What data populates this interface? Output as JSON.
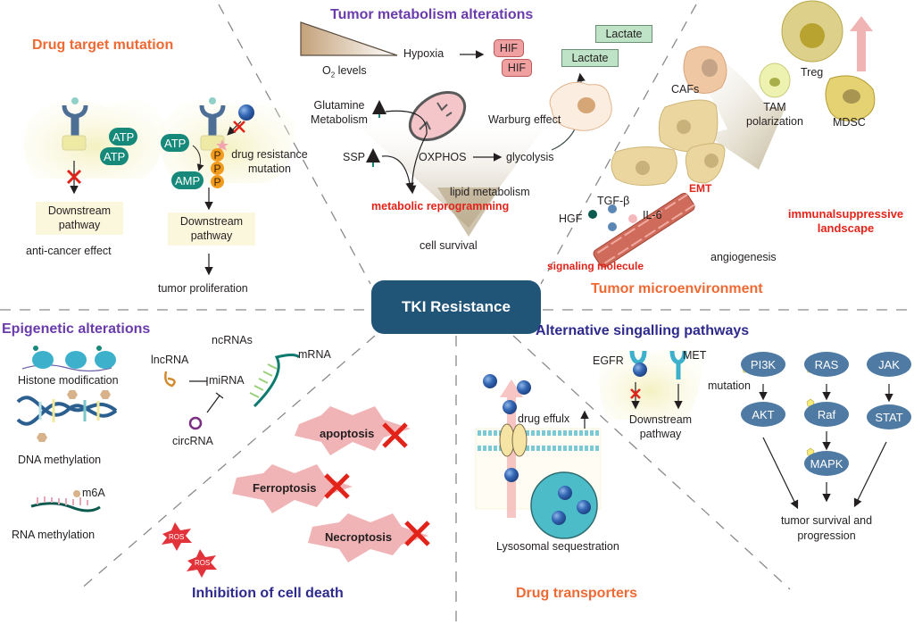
{
  "center": {
    "label": "TKI Resistance",
    "color": "#215578"
  },
  "sections": {
    "drug_target_mutation": {
      "title": "Drug target mutation",
      "left_panel": {
        "atp_labels": [
          "ATP",
          "ATP"
        ],
        "downstream": "Downstream pathway",
        "outcome": "anti-cancer effect"
      },
      "right_panel": {
        "atp": "ATP",
        "amp": "AMP",
        "phospho": [
          "P",
          "P",
          "P"
        ],
        "mutation_label": "drug resistance mutation",
        "downstream": "Downstream pathway",
        "outcome": "tumor proliferation"
      }
    },
    "tumor_metabolism": {
      "title": "Tumor metabolism alterations",
      "o2_label": "O",
      "o2_sub": "2",
      "o2_suffix": " levels",
      "hypoxia": "Hypoxia",
      "hif": [
        "HIF",
        "HIF"
      ],
      "lactate": [
        "Lactate",
        "Lactate"
      ],
      "glutamine": "Glutamine Metabolism",
      "ssp": "SSP",
      "warburg": "Warburg effect",
      "oxphos": "OXPHOS",
      "glycolysis": "glycolysis",
      "lipid": "lipid metabolism",
      "reprogramming": "metabolic reprogramming",
      "survival": "cell survival"
    },
    "tumor_microenvironment": {
      "title": "Tumor microenvironment",
      "cafs": "CAFs",
      "treg": "Treg",
      "tam": "TAM polarization",
      "mdsc": "MDSC",
      "emt": "EMT",
      "immuno": "immunalsuppressive landscape",
      "tgf": "TGF-β",
      "hgf": "HGF",
      "il6": "IL-6",
      "signaling": "signaling molecule",
      "angiogenesis": "angiogenesis"
    },
    "epigenetic": {
      "title": "Epigenetic alterations",
      "histone": "Histone modification",
      "dna": "DNA methylation",
      "rna": "RNA methylation",
      "m6a": "m6A",
      "ncrnas": "ncRNAs",
      "lncrna": "lncRNA",
      "mirna": "miRNA",
      "mrna": "mRNA",
      "circrna": "circRNA"
    },
    "cell_death": {
      "title": "Inhibition of cell death",
      "items": [
        "apoptosis",
        "Ferroptosis",
        "Necroptosis"
      ],
      "ros": [
        "ROS",
        "ROS"
      ]
    },
    "alt_signalling": {
      "title": "Alternative singalling pathways",
      "egfr": "EGFR",
      "met": "MET",
      "downstream": "Downstream pathway",
      "mutation": "mutation",
      "nodes": {
        "pi3k": "PI3K",
        "akt": "AKT",
        "ras": "RAS",
        "raf": "Raf",
        "mapk": "MAPK",
        "jak": "JAK",
        "stat": "STAT"
      },
      "outcome": "tumor survival and progression"
    },
    "drug_transporters": {
      "title": "Drug transporters",
      "efflux": "drug effulx",
      "lysosome": "Lysosomal sequestration"
    }
  }
}
